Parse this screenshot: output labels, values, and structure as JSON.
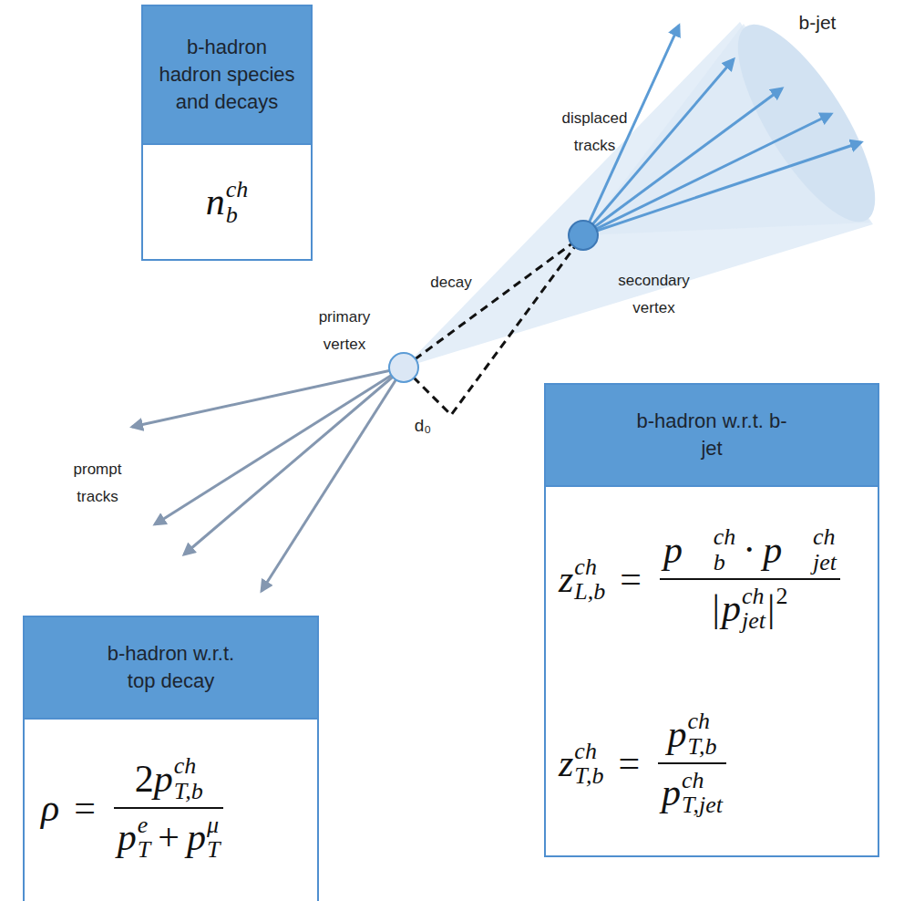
{
  "diagram": {
    "nodes": [
      {
        "text": [
          "b-hadron hadron species and decays",
          "n",
          "ch",
          "b"
        ]
      },
      {
        "text": [
          "b-hadron w.r.t. b-jet",
          "z",
          "ch",
          "L,b",
          "=",
          "p⃗",
          "ch",
          "b",
          "·",
          "p⃗",
          "ch",
          "jet",
          "|",
          "p",
          "ch",
          "jet",
          "|",
          "2",
          "z",
          "ch",
          "T,b",
          "=",
          "p",
          "ch",
          "T,b",
          "p",
          "ch",
          "T,jet"
        ]
      },
      {
        "text": [
          "b-hadron w.r.t. top decay",
          "ρ",
          "=",
          "2",
          "p",
          "ch",
          "T,b",
          "p",
          "e",
          "T",
          "+",
          "p",
          "μ",
          "T"
        ]
      }
    ],
    "labels": [
      "b-jet",
      "displaced tracks",
      "decay",
      "secondary vertex",
      "primary vertex",
      "d₀",
      "prompt tracks"
    ]
  }
}
